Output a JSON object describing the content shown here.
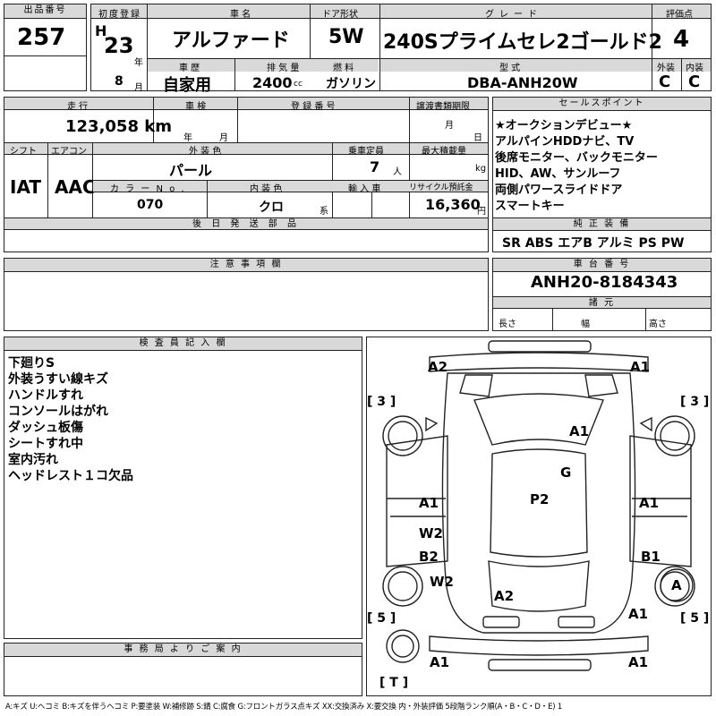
{
  "top": {
    "lot_label": "出品番号",
    "lot": "257",
    "first_reg_label": "初度登録",
    "era": "H",
    "year": "23",
    "year_unit": "年",
    "month": "8",
    "month_unit": "月",
    "name_label": "車 名",
    "name": "アルファード",
    "door_label": "ドア形状",
    "door": "5W",
    "grade_label": "グレード",
    "grade": "240Sプライムセレ2ゴールド2",
    "score_label": "評価点",
    "score": "4",
    "history_label": "車 歴",
    "history": "自家用",
    "disp_label": "排 気 量",
    "disp": "2400",
    "disp_unit": "cc",
    "fuel_label": "燃 料",
    "fuel": "ガソリン",
    "model_label": "型 式",
    "model": "DBA-ANH20W",
    "ext_label": "外装",
    "ext": "C",
    "int_label": "内装",
    "int": "C"
  },
  "mid": {
    "mileage_label": "走 行",
    "mileage": "123,058 km",
    "inspect_label": "車 検",
    "inspect_year": "年",
    "inspect_month": "月",
    "regno_label": "登 録 番 号",
    "transfer_label": "譲渡書類期限",
    "transfer_month": "月",
    "transfer_day": "日",
    "shift_label": "シフト",
    "shift": "IAT",
    "ac_label": "エアコン",
    "ac": "AAC",
    "color_label": "外 装 色",
    "color": "パール",
    "cap_label": "乗車定員",
    "cap": "7",
    "cap_unit": "人",
    "load_label": "最大積載量",
    "load_unit": "kg",
    "colorno_label": "カ ラ ー N o .",
    "colorno": "070",
    "intcolor_label": "内 装 色",
    "intcolor": "クロ",
    "intcolor_unit": "系",
    "import_label": "輸 入 車",
    "recycle_label": "リサイクル預託金",
    "recycle": "16,360",
    "recycle_unit": "円",
    "later_label": "後 日 発 送 部 品"
  },
  "sales": {
    "label": "セールスポイント",
    "lines": [
      "★オークションデビュー★",
      "アルパインHDDナビ、TV",
      "後席モニター、バックモニター",
      "HID、AW、サンルーフ",
      "両側パワースライドドア",
      "スマートキー"
    ]
  },
  "equip": {
    "label": "純 正 装 備",
    "items": "SR ABS エアB アルミ PS PW"
  },
  "notes": {
    "label": "注 意 事 項 欄"
  },
  "chassis": {
    "label": "車 台 番 号",
    "value": "ANH20-8184343",
    "spec_label": "諸 元",
    "len": "長さ",
    "wid": "幅",
    "hei": "高さ"
  },
  "inspector": {
    "label": "検 査 員 記 入 欄",
    "lines": [
      "下廻りS",
      "外装うすい線キズ",
      "ハンドルすれ",
      "コンソールはがれ",
      "ダッシュ板傷",
      "シートすれ中",
      "室内汚れ",
      "ヘッドレスト１コ欠品"
    ]
  },
  "office": {
    "label": "事 務 局 よ り ご 案 内"
  },
  "diagram": {
    "marks": [
      "A2",
      "A1",
      "A1",
      "G",
      "A1",
      "P2",
      "A1",
      "W2",
      "B2",
      "B1",
      "W2",
      "A",
      "A2",
      "A1",
      "A1",
      "A1"
    ],
    "tires": [
      "[ 3 ]",
      "[ 3 ]",
      "[ 5 ]",
      "[ 5 ]",
      "[ T ]"
    ]
  },
  "legend": "A:キズ U:ヘコミ B:キズを伴うヘコミ P:要塗装 W:補修跡 S:錆 C:腐食 G:フロントガラス点キズ XX:交換済み X:要交換 内・外装評価 5段階ランク順(A・B・C・D・E) 1"
}
